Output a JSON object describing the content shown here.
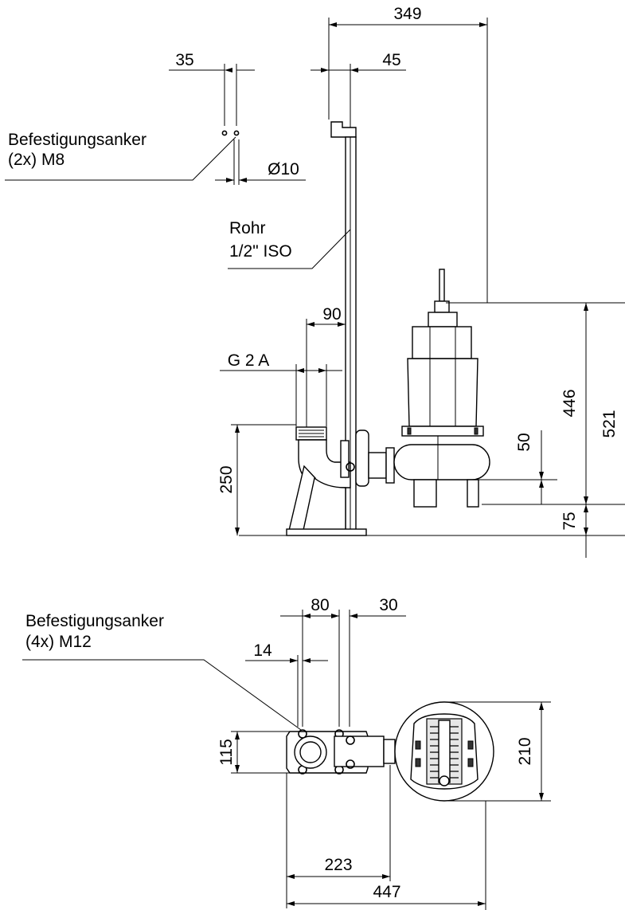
{
  "dimensions": {
    "d349": "349",
    "d35": "35",
    "d45": "45",
    "d10": "Ø10",
    "d90": "90",
    "g2a": "G 2 A",
    "d250": "250",
    "d446": "446",
    "d521": "521",
    "d50": "50",
    "d75": "75",
    "d80": "80",
    "d30": "30",
    "d14": "14",
    "d115": "115",
    "d210": "210",
    "d223": "223",
    "d447": "447"
  },
  "labels": {
    "anchor_top_1": "Befestigungsanker",
    "anchor_top_2": "(2x) M8",
    "pipe_1": "Rohr",
    "pipe_2": "1/2\" ISO",
    "anchor_bottom_1": "Befestigungsanker",
    "anchor_bottom_2": "(4x) M12"
  }
}
